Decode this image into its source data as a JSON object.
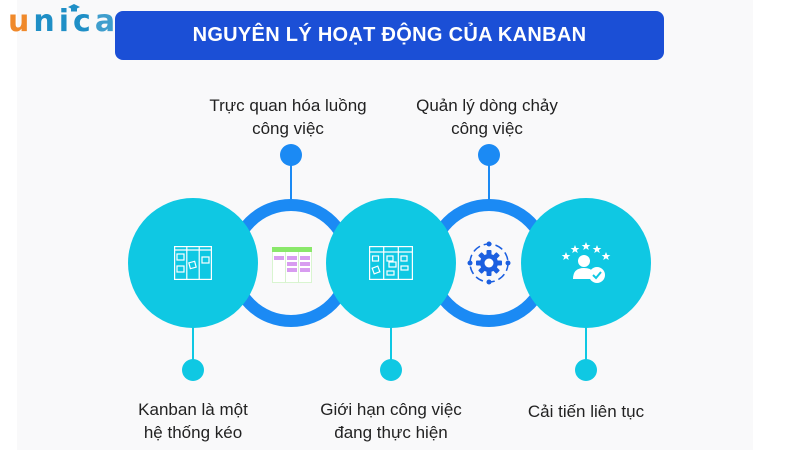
{
  "logo": {
    "letters": [
      "u",
      "n",
      "i",
      "c",
      "a"
    ],
    "brand_orange": "#f0892a",
    "brand_blue": "#1f8fc6"
  },
  "title": {
    "text": "NGUYÊN LÝ HOẠT ĐỘNG CỦA KANBAN",
    "bg_color": "#1b4fd6"
  },
  "colors": {
    "circle": "#0fc8e3",
    "ring": "#1b8af4",
    "panel_bg": "#f9f9fa"
  },
  "principles": {
    "top": [
      {
        "line1": "Trực quan hóa luồng",
        "line2": "công việc",
        "icon": "colored-kanban-board-icon"
      },
      {
        "line1": "Quản lý dòng chảy",
        "line2": "công việc",
        "icon": "gear-cycle-icon"
      }
    ],
    "bottom": [
      {
        "line1": "Kanban là một",
        "line2": "hệ thống kéo",
        "icon": "kanban-board-icon"
      },
      {
        "line1": "Giới hạn công việc",
        "line2": "đang thực hiện",
        "icon": "kanban-wip-board-icon"
      },
      {
        "line1": "Cải tiến liên tục",
        "line2": "",
        "icon": "user-rating-check-icon"
      }
    ]
  }
}
